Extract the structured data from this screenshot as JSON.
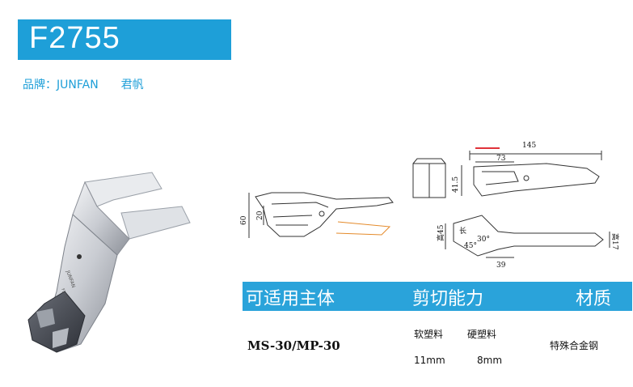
{
  "header": {
    "model_title": "F2755"
  },
  "brand": {
    "label": "品牌：JUNFAN",
    "chinese_name": "君帆"
  },
  "drawing": {
    "dim_145": "145",
    "dim_73": "73",
    "dim_41_5": "41.5",
    "dim_60": "60",
    "dim_20": "20",
    "dim_45": "高45",
    "dim_angle_45": "45°",
    "dim_angle_30": "30°",
    "dim_39": "39",
    "dim_17": "高17",
    "dim_long": "长"
  },
  "spec": {
    "col_body": "可适用主体",
    "col_capacity": "剪切能力",
    "col_material": "材质",
    "model": "MS-30/MP-30",
    "soft_plastic": "软塑料",
    "hard_plastic": "硬塑料",
    "soft_value": "11mm",
    "hard_value": "8mm",
    "material_value": "特殊合金钢"
  },
  "colors": {
    "accent": "#1e9fd8"
  }
}
